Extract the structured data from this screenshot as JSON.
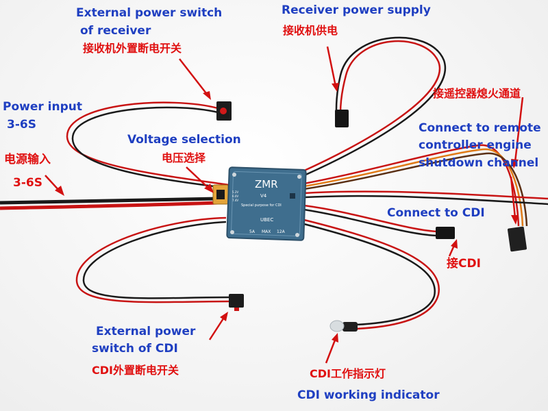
{
  "board": {
    "brand": "ZMR",
    "version": "V4",
    "purpose": "Special purpose for CDI",
    "module": "UBEC",
    "rating_current": "5A",
    "rating_max": "MAX",
    "rating_peak": "12A",
    "silk_voltages": [
      "5.2V",
      "6.0V",
      "7.4V"
    ]
  },
  "labels": {
    "receiver_switch_en_1": "External power switch",
    "receiver_switch_en_2": "of receiver",
    "receiver_switch_zh": "接收机外置断电开关",
    "receiver_supply_en": "Receiver power supply",
    "receiver_supply_zh": "接收机供电",
    "power_input_en_1": "Power input",
    "power_input_en_2": "3-6S",
    "power_input_zh": "电源输入",
    "power_input_zh_range": "3-6S",
    "voltage_sel_en": "Voltage selection",
    "voltage_sel_zh": "电压选择",
    "kill_zh": "接遥控器熄火通道",
    "kill_en_1": "Connect to remote",
    "kill_en_2": "controller engine",
    "kill_en_3": "shutdown channel",
    "cdi_en": "Connect to CDI",
    "cdi_zh": "接CDI",
    "cdi_switch_en_1": "External power",
    "cdi_switch_en_2": "switch of CDI",
    "cdi_switch_zh": "CDI外置断电开关",
    "indicator_zh": "CDI工作指示灯",
    "indicator_en": "CDI working indicator"
  },
  "colors": {
    "label_en": "#1f3fc1",
    "label_zh": "#e01010",
    "board": "#3f6e8e",
    "wire_red": "#c81414",
    "wire_black": "#1a1a1a"
  }
}
